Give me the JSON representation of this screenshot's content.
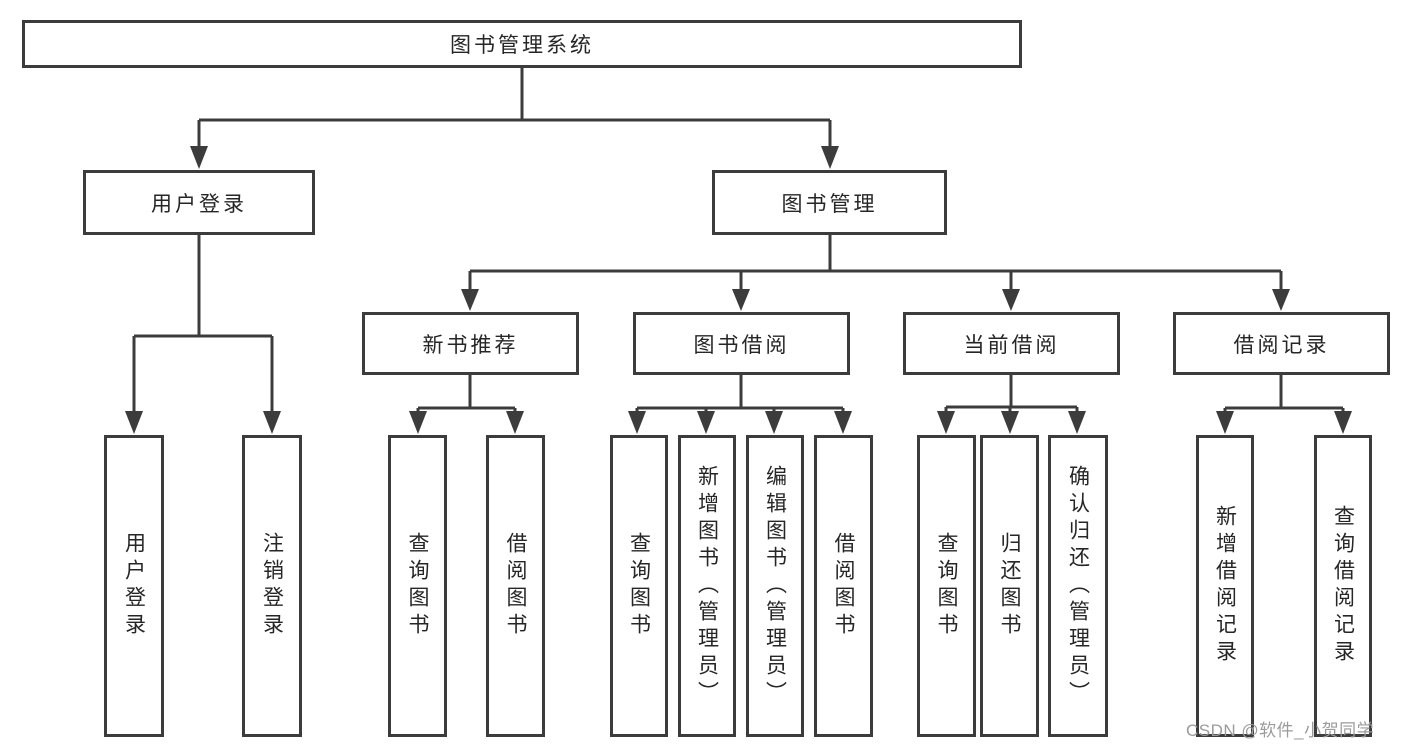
{
  "diagram": {
    "root": {
      "label": "图书管理系统"
    },
    "branches": [
      {
        "label": "用户登录",
        "children": [
          {
            "label": "用户登录"
          },
          {
            "label": "注销登录"
          }
        ]
      },
      {
        "label": "图书管理",
        "sections": [
          {
            "label": "新书推荐",
            "children": [
              {
                "label": "查询图书"
              },
              {
                "label": "借阅图书"
              }
            ]
          },
          {
            "label": "图书借阅",
            "children": [
              {
                "label": "查询图书"
              },
              {
                "label": "新增图书（管理员）"
              },
              {
                "label": "编辑图书（管理员）"
              },
              {
                "label": "借阅图书"
              }
            ]
          },
          {
            "label": "当前借阅",
            "children": [
              {
                "label": "查询图书"
              },
              {
                "label": "归还图书"
              },
              {
                "label": "确认归还（管理员）"
              }
            ]
          },
          {
            "label": "借阅记录",
            "children": [
              {
                "label": "新增借阅记录"
              },
              {
                "label": "查询借阅记录"
              }
            ]
          }
        ]
      }
    ],
    "watermark": "CSDN @软件_小贺同学",
    "colors": {
      "line": "#3c3c3c",
      "text": "#262626",
      "watermark": "#9b9b9b"
    }
  }
}
